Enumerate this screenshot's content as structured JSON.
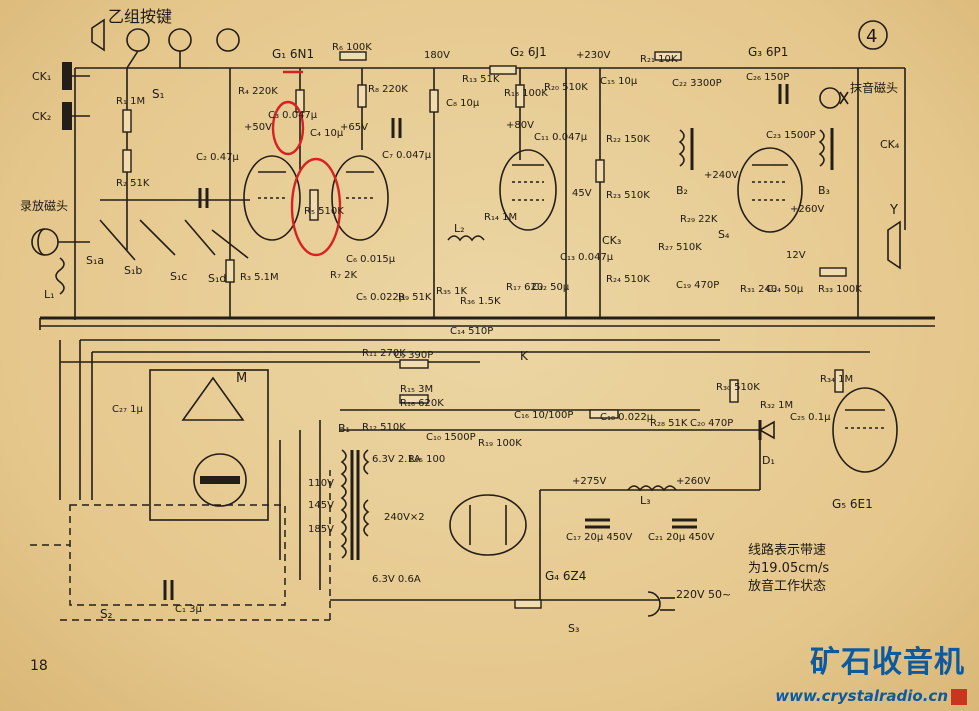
{
  "page": {
    "title": "乙组按键",
    "figure_number": "4",
    "page_number": "18",
    "note_lines": [
      "线路表示带速",
      "为19.05cm/s",
      "放音工作状态"
    ]
  },
  "watermark": {
    "brand": "矿石收音机",
    "url": "www.crystalradio.cn",
    "square_color": "#c7371f",
    "color": "#0e5a9e"
  },
  "annotation_color": "#d62222",
  "tubes": {
    "g1": "G₁ 6N1",
    "g2": "G₂ 6J1",
    "g3": "G₃ 6P1",
    "g4": "G₄ 6Z4",
    "g5": "G₅ 6E1"
  },
  "jacks": {
    "ck1": "CK₁",
    "ck2": "CK₂",
    "ck3": "CK₃",
    "ck4": "CK₄"
  },
  "heads": {
    "play": "录放磁头",
    "erase": "抹音磁头",
    "speaker": "Y"
  },
  "switches": {
    "s1": "S₁",
    "s1a": "S₁a",
    "s1b": "S₁b",
    "s1c": "S₁c",
    "s1d": "S₁d",
    "s2": "S₂",
    "s3": "S₃",
    "s4": "S₄",
    "k": "K"
  },
  "resistors": {
    "r1": "R₁ 1M",
    "r2": "R₂ 51K",
    "r3": "R₃ 5.1M",
    "r4": "R₄ 220K",
    "r5": "R₅ 510K",
    "r6": "R₆ 100K",
    "r7": "R₇ 2K",
    "r8": "R₈ 220K",
    "r9": "R₉ 51K",
    "r11": "R₁₁ 270K",
    "r12": "R₁₂ 510K",
    "r13": "R₁₃ 51K",
    "r14": "R₁₄ 1M",
    "r15": "R₁₅ 3M",
    "r16": "R₁₆ 620K",
    "r17": "R₁₇ 620",
    "r18": "R₁₈ 100K",
    "r19": "R₁₉ 100K",
    "r20": "R₂₀ 510K",
    "r21": "R₂₁ 10K",
    "r22": "R₂₂ 150K",
    "r23": "R₂₃ 510K",
    "r24": "R₂₄ 510K",
    "r25": "R₂₅ 100",
    "r27": "R₂₇ 510K",
    "r28": "R₂₈ 51K",
    "r29": "R₂₉ 22K",
    "r30": "R₃₀ 510K",
    "r31": "R₃₁ 240",
    "r32": "R₃₂ 1M",
    "r33": "R₃₃ 100K",
    "r34": "R₃₄ 1M",
    "r35": "R₃₅ 1K",
    "r36": "R₃₆ 1.5K"
  },
  "capacitors": {
    "c1": "C₁ 3μ",
    "c2": "C₂ 0.47μ",
    "c3": "C₃ 0.047μ",
    "c4": "C₄ 10μ",
    "c5": "C₅ 0.022μ",
    "c6": "C₆ 0.015μ",
    "c7": "C₇ 0.047μ",
    "c8": "C₈ 10μ",
    "c9": "C₉ 390P",
    "c10": "C₁₀ 1500P",
    "c11": "C₁₁ 0.047μ",
    "c12": "C₁₂ 50μ",
    "c13": "C₁₃ 0.047μ",
    "c14": "C₁₄ 510P",
    "c15": "C₁₅ 10μ",
    "c16": "C₁₆ 10/100P",
    "c17": "C₁₇ 20μ 450V",
    "c18": "C₁₈ 0.022μ",
    "c19": "C₁₉ 470P",
    "c20": "C₂₀ 470P",
    "c21": "C₂₁ 20μ 450V",
    "c22": "C₂₂ 3300P",
    "c23": "C₂₃ 1500P",
    "c24": "C₂₄ 50μ",
    "c25": "C₂₅ 0.1μ",
    "c26": "C₂₆ 150P",
    "c27": "C₂₇ 1μ"
  },
  "voltages": {
    "v180": "180V",
    "v230": "+230V",
    "v80": "+80V",
    "v65": "+65V",
    "v50": "+50V",
    "v45": "45V",
    "v240": "+240V",
    "v260a": "+260V",
    "v275": "+275V",
    "v260b": "+260V",
    "v12": "12V",
    "mains": "220V 50~"
  },
  "transformer": {
    "b1": "B₁",
    "b2": "B₂",
    "b3": "B₃",
    "l1": "L₁",
    "l2": "L₂",
    "l3": "L₃",
    "tap110": "110V",
    "tap145": "145V",
    "tap185": "185V",
    "sec1": "6.3V 2.1A",
    "sec2": "240V×2",
    "sec3": "6.3V 0.6A"
  },
  "motor": "M",
  "diode": "D₁"
}
